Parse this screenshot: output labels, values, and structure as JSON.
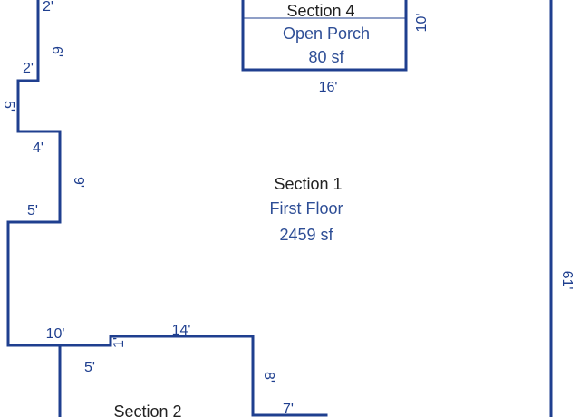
{
  "colors": {
    "wall": "#1f3f8f",
    "heading_text": "#222222",
    "detail_text": "#2e4e96",
    "dimension_text": "#1f3f8f"
  },
  "section1": {
    "title": "Section 1",
    "name": "First Floor",
    "area": "2459 sf"
  },
  "section2": {
    "title": "Section 2"
  },
  "section4": {
    "title": "Section 4",
    "name": "Open Porch",
    "area": "80 sf"
  },
  "dimensions": {
    "porch_width": "16'",
    "porch_depth": "10'",
    "right_wall": "61'",
    "top_left_a": "2'",
    "top_left_b": "6'",
    "top_left_c": "2'",
    "top_left_d": "5'",
    "left_e": "4'",
    "left_f": "9'",
    "left_g": "5'",
    "bottom_a": "10'",
    "bottom_b": "1'",
    "bottom_c": "14'",
    "bottom_d": "5'",
    "bottom_e": "8'",
    "bottom_f": "7'"
  }
}
